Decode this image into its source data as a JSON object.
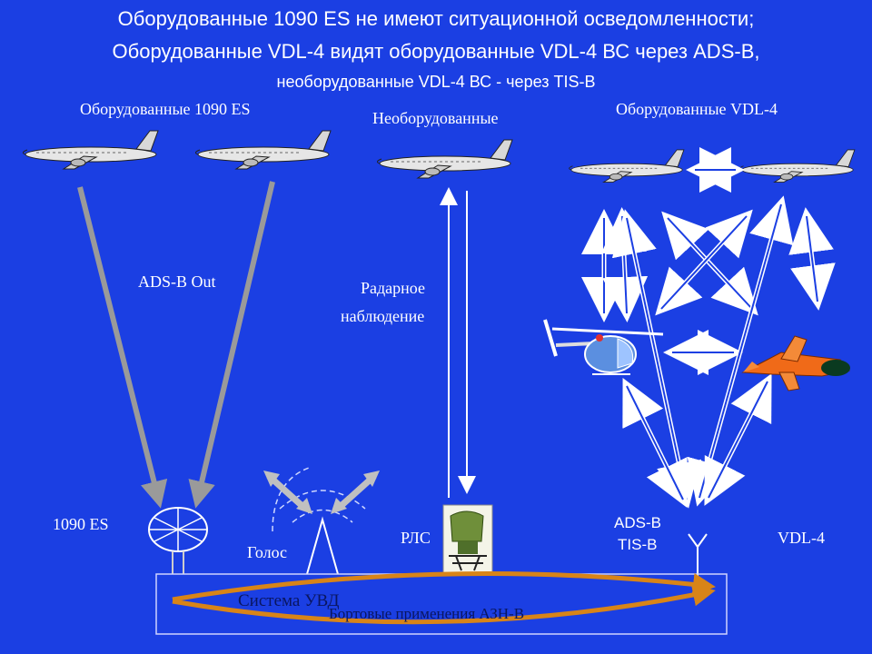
{
  "title": {
    "line1": "Оборудованные 1090 ES не имеют ситуационной осведомленности;",
    "line2": "Оборудованные VDL-4 видят оборудованные VDL-4 ВС через ADS-B,",
    "line3": "необорудованные VDL-4 ВС - через TIS-B"
  },
  "groups": {
    "equipped_1090": "Оборудованные 1090 ES",
    "unequipped": "Необорудованные",
    "equipped_vdl4": "Оборудованные VDL-4"
  },
  "links": {
    "ads_b_out": "ADS-B Out",
    "radar_line1": "Радарное",
    "radar_line2": "наблюдение"
  },
  "ground": {
    "es1090": "1090 ES",
    "voice": "Голос",
    "radar": "РЛС",
    "ads_b": "ADS-B",
    "tis_b": "TIS-B",
    "vdl4": "VDL-4",
    "system": "Система УВД",
    "onboard": "Бортовые применения АЗН-В"
  },
  "colors": {
    "background": "#1b3fe3",
    "arrow_gray": "#9a9a9a",
    "orange": "#d88418",
    "heli_blue": "#5b8fe0",
    "drone_orange": "#f06a18"
  }
}
